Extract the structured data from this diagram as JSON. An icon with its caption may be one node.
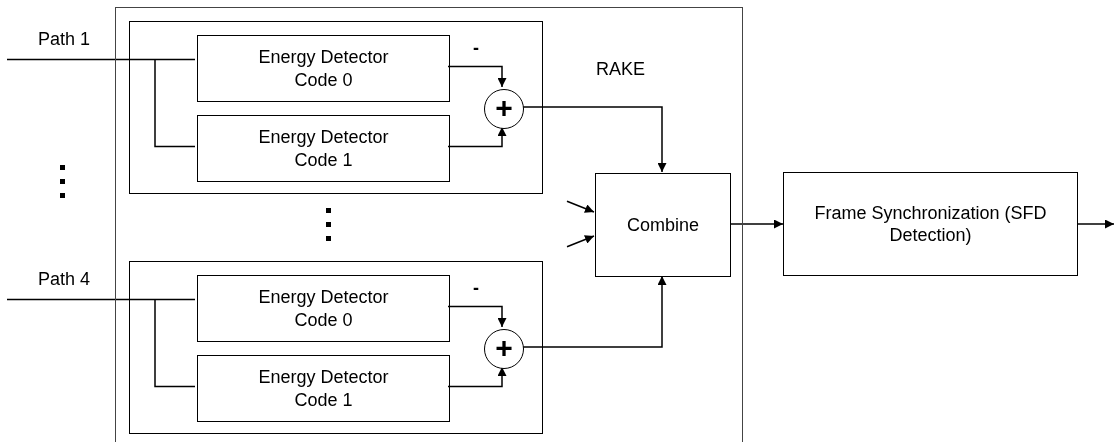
{
  "diagram": {
    "nodes": [
      {
        "text": [
          "RAKE"
        ]
      },
      {
        "text": [],
        "shape": "box",
        "in": 0
      },
      {
        "text": [
          "Energy Detector Code 0"
        ],
        "in": 1
      },
      {
        "text": [
          "Energy Detector Code 1"
        ],
        "in": 1
      },
      {
        "text": [
          "+"
        ],
        "in": 1
      },
      {
        "text": [],
        "shape": "box",
        "in": 0
      },
      {
        "text": [
          "Energy Detector Code 0"
        ],
        "in": 5
      },
      {
        "text": [
          "Energy Detector Code 1"
        ],
        "in": 5
      },
      {
        "text": [
          "+"
        ],
        "in": 5
      },
      {
        "text": [
          "Combine"
        ],
        "in": 0
      },
      {
        "text": [
          "Frame Synchronization (SFD Detection)"
        ]
      }
    ],
    "edges": [
      {
        "from": null,
        "to": 2,
        "arrow": "none",
        "label": "Path 1"
      },
      {
        "from": null,
        "to": 3,
        "arrow": "none"
      },
      {
        "from": 2,
        "to": 4,
        "arrow": "to",
        "label": "-"
      },
      {
        "from": 3,
        "to": 4,
        "arrow": "to"
      },
      {
        "from": 4,
        "to": 9,
        "arrow": "to"
      },
      {
        "from": null,
        "to": 6,
        "arrow": "none",
        "label": "Path 4"
      },
      {
        "from": null,
        "to": 7,
        "arrow": "none"
      },
      {
        "from": 6,
        "to": 8,
        "arrow": "to",
        "label": "-"
      },
      {
        "from": 7,
        "to": 8,
        "arrow": "to"
      },
      {
        "from": 8,
        "to": 9,
        "arrow": "to"
      },
      {
        "from": null,
        "to": 9,
        "arrow": "to"
      },
      {
        "from": null,
        "to": 9,
        "arrow": "to"
      },
      {
        "from": 9,
        "to": 10,
        "arrow": "to"
      },
      {
        "from": 10,
        "to": null,
        "arrow": "to"
      }
    ]
  }
}
